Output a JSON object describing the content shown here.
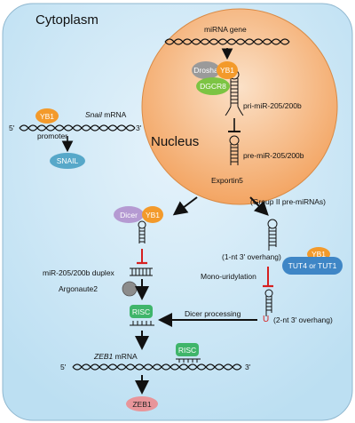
{
  "labels": {
    "cytoplasm": "Cytoplasm",
    "nucleus": "Nucleus",
    "mirna_gene": "miRNA gene",
    "drosha": "Drosha",
    "yb1_nucleus": "YB1",
    "dgcr8": "DGCR8",
    "pri_mir": "pri-miR-205/200b",
    "pre_mir_nucleus": "pre-miR-205/200b",
    "exportin5": "Exportin5",
    "yb1_snail": "YB1",
    "snail_mrna_name": "Snail",
    "snail_mrna_suffix": " mRNA",
    "five_prime_snail": "5'",
    "three_prime_snail": "3'",
    "promoter": "promoter",
    "snail": "SNAIL",
    "dicer": "Dicer",
    "yb1_dicer": "YB1",
    "group2": "(Group II pre-miRNAs)",
    "overhang1": "(1-nt 3' overhang)",
    "yb1_tut": "YB1",
    "tut": "TUT4 or TUT1",
    "mono_uridylation": "Mono-uridylation",
    "duplex": "miR-205/200b duplex",
    "argonaute2": "Argonaute2",
    "risc_left": "RISC",
    "dicer_processing": "Dicer processing",
    "u_letter": "U",
    "overhang2": "(2-nt 3' overhang)",
    "zeb1_mrna_name": "ZEB1",
    "zeb1_mrna_suffix": " mRNA",
    "five_prime_zeb1": "5'",
    "three_prime_zeb1": "3'",
    "risc_right": "RISC",
    "zeb1": "ZEB1"
  },
  "colors": {
    "cell_fill": "#cfe8f6",
    "nucleus_fill": "#f6b47a",
    "yb1": "#f39a2b",
    "drosha": "#9a9a9a",
    "dgcr8": "#7cc443",
    "snail": "#57a8c9",
    "dicer": "#b59ad2",
    "tut": "#3f86c6",
    "risc": "#3fb56a",
    "zeb1": "#e8959a",
    "inhibit": "#d62020"
  }
}
